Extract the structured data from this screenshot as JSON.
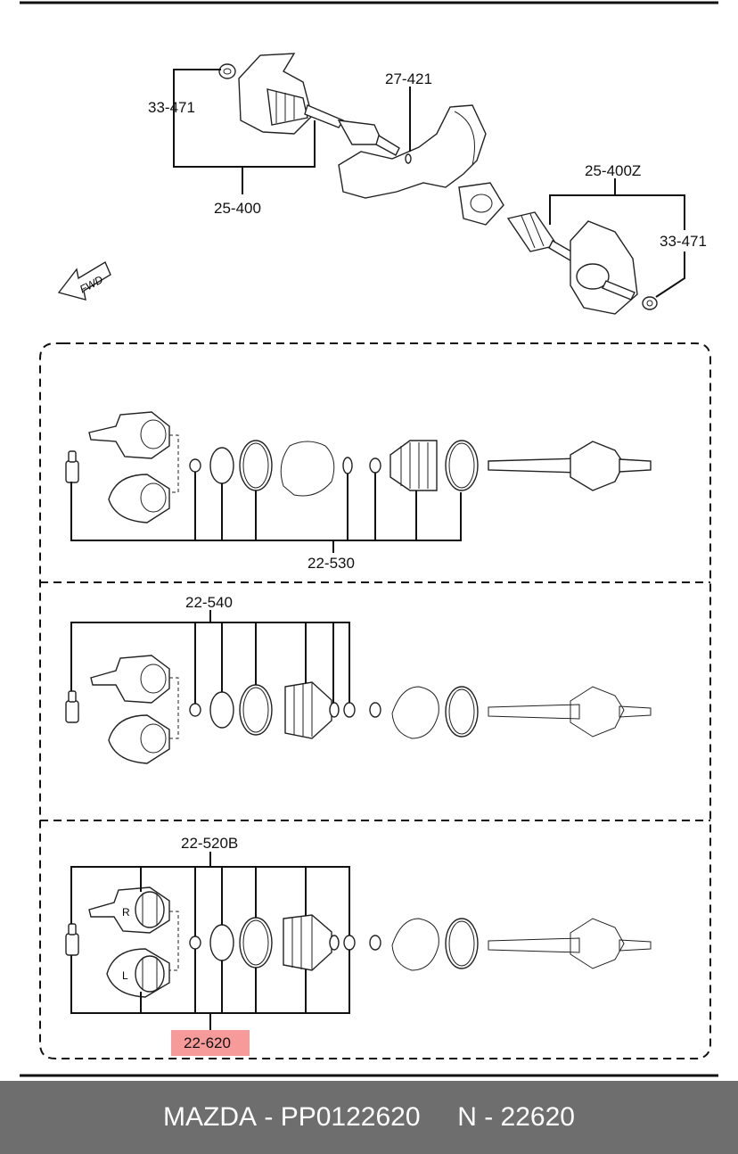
{
  "labels": {
    "top_left_seal": "33-471",
    "top_left_shaft": "25-400",
    "top_clip": "27-421",
    "top_right_shaft": "25-400Z",
    "top_right_seal": "33-471",
    "fwd": "FWD",
    "kit_1": "22-530",
    "kit_2": "22-540",
    "kit_3": "22-520B",
    "highlighted_kit": "22-620",
    "boot_right": "R",
    "boot_left": "L"
  },
  "highlight_color": "#f79a9a",
  "footer": {
    "brand": "MAZDA",
    "part_number": "PP0122620",
    "catalog_number": "N - 22620",
    "separator": " - "
  }
}
